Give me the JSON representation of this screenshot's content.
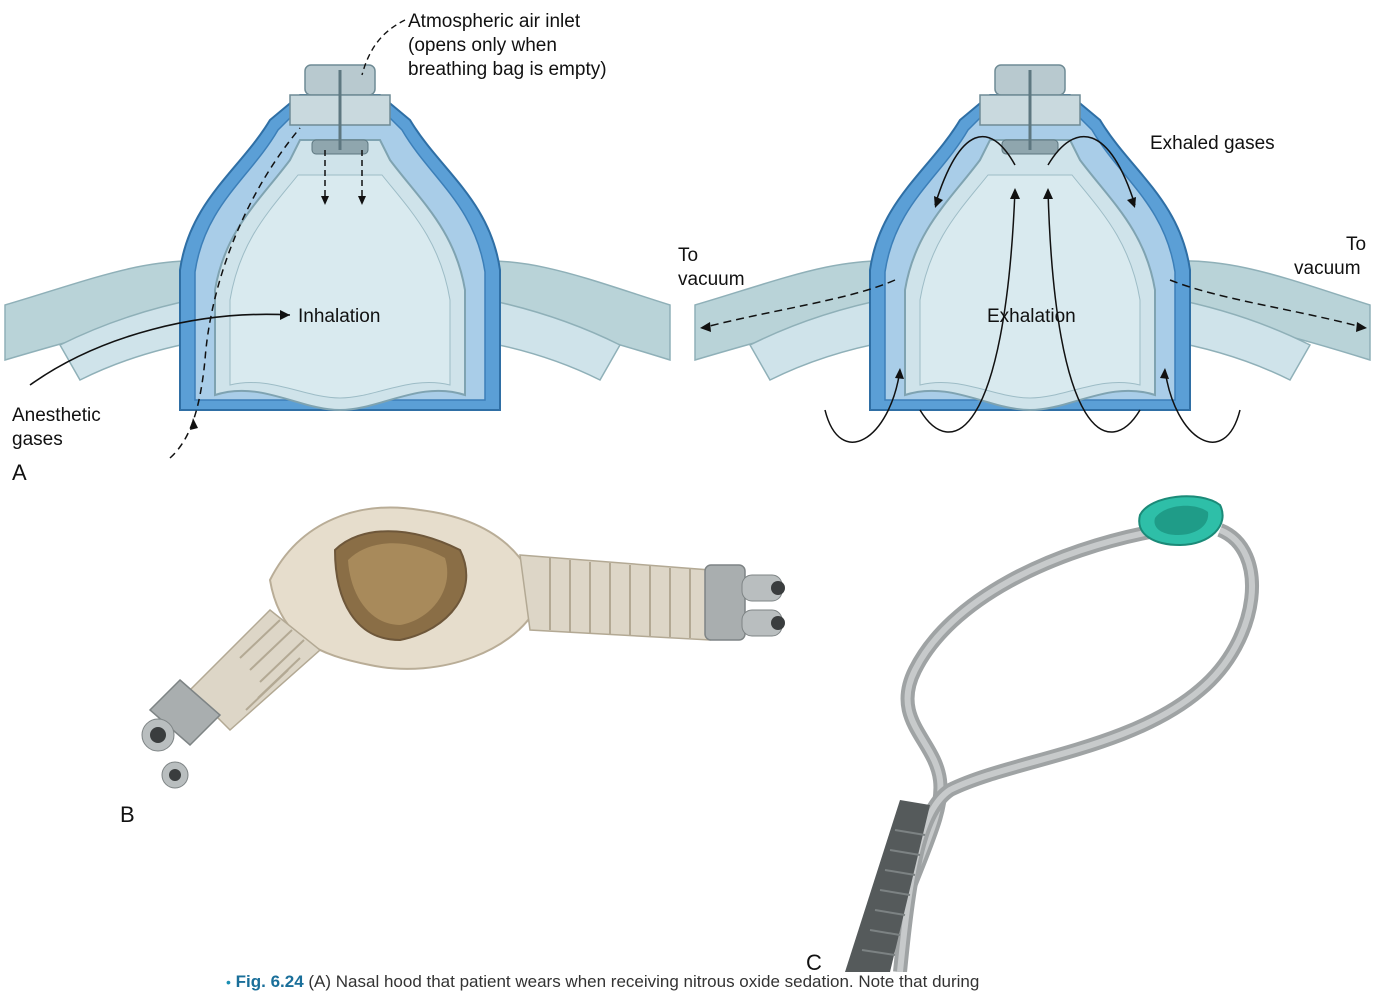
{
  "panelA": {
    "letter": "A",
    "label_air_inlet": [
      "Atmospheric air inlet",
      "(opens only when",
      "breathing bag is empty)"
    ],
    "label_inhalation": "Inhalation",
    "label_gases": [
      "Anesthetic",
      "gases"
    ]
  },
  "panelA2": {
    "label_exhaled": "Exhaled gases",
    "label_exhalation": "Exhalation",
    "label_vacuum_left": [
      "To",
      "vacuum"
    ],
    "label_vacuum_right": [
      "To",
      "vacuum"
    ]
  },
  "panelB": {
    "letter": "B"
  },
  "panelC": {
    "letter": "C"
  },
  "caption": {
    "bullet": "•",
    "fig_number": "Fig. 6.24",
    "text": " (A) Nasal hood that patient wears when receiving nitrous oxide sedation. Note that during"
  },
  "colors": {
    "hood_fill": "#cfe3ea",
    "hood_stroke": "#7fa3b1",
    "blue_layer": "#5b9fd6",
    "tube_fill": "#c6dbe0",
    "beige": "#e6ddcc",
    "gray_tube": "#a9aeaf",
    "green_nose": "#2ebfa8"
  }
}
